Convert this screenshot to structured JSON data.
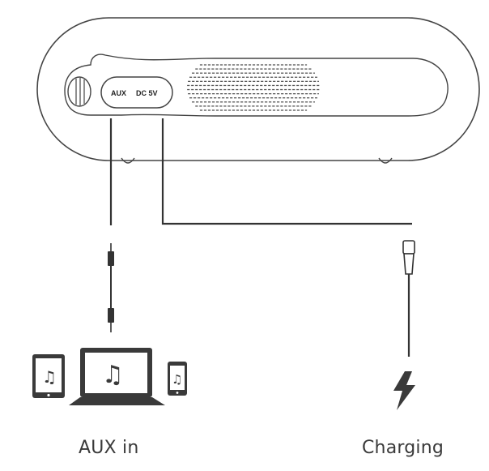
{
  "speaker": {
    "ports": {
      "aux_label": "AUX",
      "dc_label": "DC 5V"
    }
  },
  "captions": {
    "aux_in": "AUX in",
    "charging": "Charging"
  },
  "icons": {
    "tablet": "music-note-tablet-icon",
    "laptop": "music-note-laptop-icon",
    "phone": "music-note-phone-icon",
    "power": "lightning-bolt-icon",
    "aux_plug": "aux-cable-icon",
    "usb_plug": "usb-cable-icon"
  },
  "colors": {
    "line": "#333333",
    "device_fill": "#3a3a3a",
    "light_line": "#555555"
  }
}
